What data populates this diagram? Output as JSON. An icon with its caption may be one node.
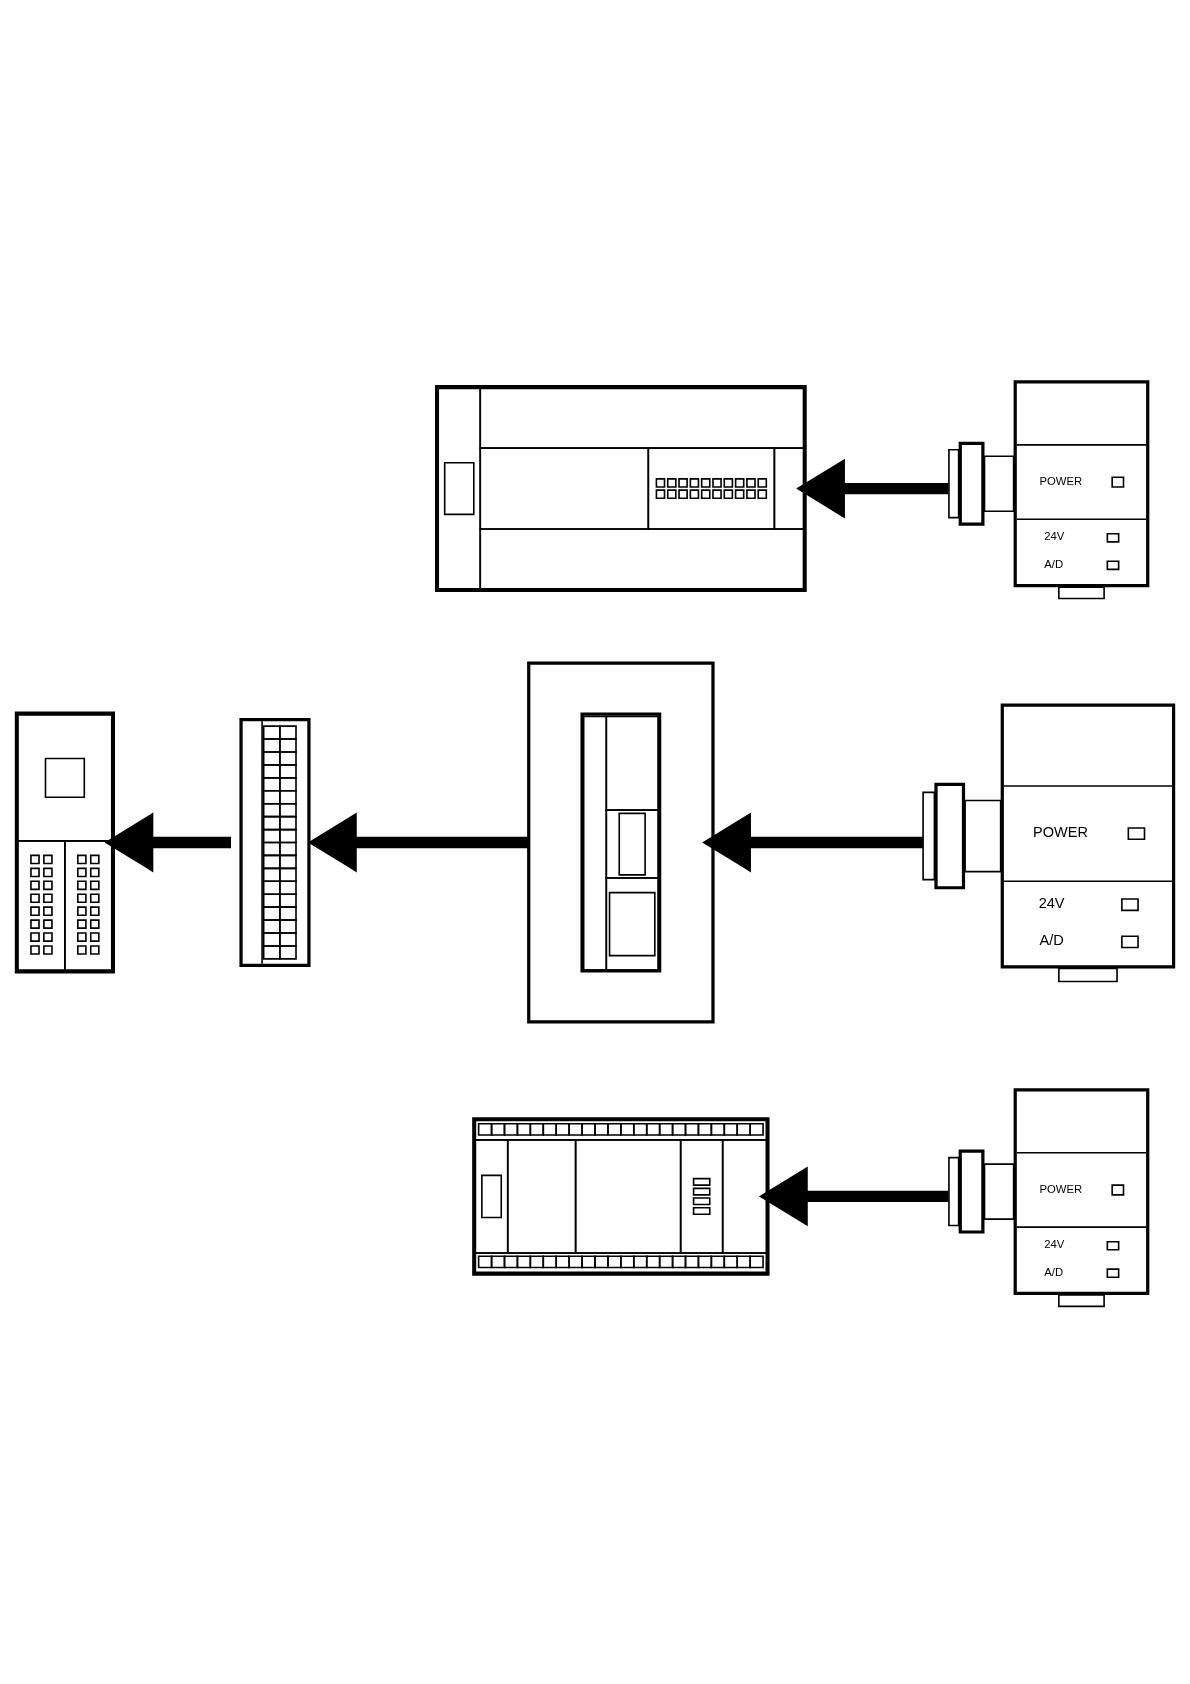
{
  "diagram": {
    "nodes": [
      {
        "text": [],
        "shape": "picture"
      },
      {
        "text": [
          "POWER",
          "24V",
          "A/D"
        ]
      },
      {
        "text": [],
        "shape": "picture"
      },
      {
        "text": [],
        "shape": "picture"
      },
      {
        "text": [],
        "shape": "box"
      },
      {
        "text": [],
        "shape": "picture",
        "in": 4
      },
      {
        "text": [
          "POWER",
          "24V",
          "A/D"
        ]
      },
      {
        "text": [],
        "shape": "picture"
      },
      {
        "text": [
          "POWER",
          "24V",
          "A/D"
        ]
      }
    ],
    "edges": [
      {
        "from": 1,
        "to": 0,
        "arrow": "to"
      },
      {
        "from": 3,
        "to": 2,
        "arrow": "to"
      },
      {
        "from": 4,
        "to": 3,
        "arrow": "to"
      },
      {
        "from": 6,
        "to": 4,
        "arrow": "to"
      },
      {
        "from": 8,
        "to": 7,
        "arrow": "to"
      }
    ]
  }
}
